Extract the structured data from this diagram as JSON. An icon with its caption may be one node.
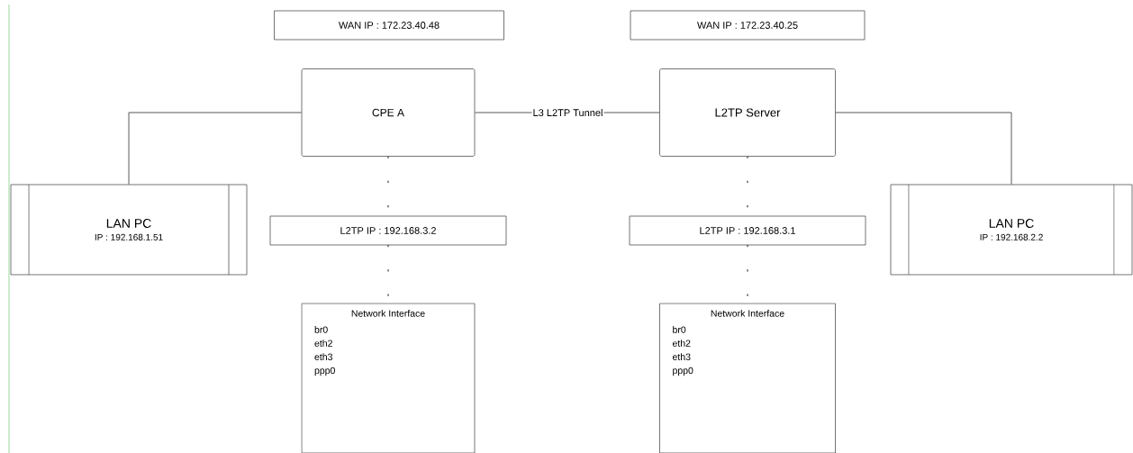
{
  "diagram": {
    "nodes": [
      {
        "text": [
          "WAN IP : 172.23.40.48"
        ]
      },
      {
        "text": [
          "WAN IP : 172.23.40.25"
        ]
      },
      {
        "text": [
          "CPE A"
        ]
      },
      {
        "text": [
          "L2TP Server"
        ]
      },
      {
        "text": [
          "LAN PC",
          "IP : 192.168.1.51"
        ]
      },
      {
        "text": [
          "L2TP IP : 192.168.3.2"
        ]
      },
      {
        "text": [
          "L2TP IP : 192.168.3.1"
        ]
      },
      {
        "text": [
          "LAN PC",
          "IP : 192.168.2.2"
        ]
      },
      {
        "text": [
          "Network Interface",
          "br0",
          "eth2",
          "eth3",
          "ppp0"
        ]
      },
      {
        "text": [
          "Network Interface",
          "br0",
          "eth2",
          "eth3",
          "ppp0"
        ]
      }
    ],
    "edges": [
      {
        "from": 4,
        "to": 2,
        "arrow": "none"
      },
      {
        "from": 2,
        "to": 3,
        "arrow": "none",
        "label": "L3 L2TP Tunnel"
      },
      {
        "from": 3,
        "to": 7,
        "arrow": "none"
      },
      {
        "from": 2,
        "to": 5,
        "arrow": "none",
        "style": "dashed"
      },
      {
        "from": 5,
        "to": 8,
        "arrow": "none",
        "style": "dashed"
      },
      {
        "from": 3,
        "to": 6,
        "arrow": "none",
        "style": "dashed"
      },
      {
        "from": 6,
        "to": 9,
        "arrow": "none",
        "style": "dashed"
      }
    ]
  }
}
